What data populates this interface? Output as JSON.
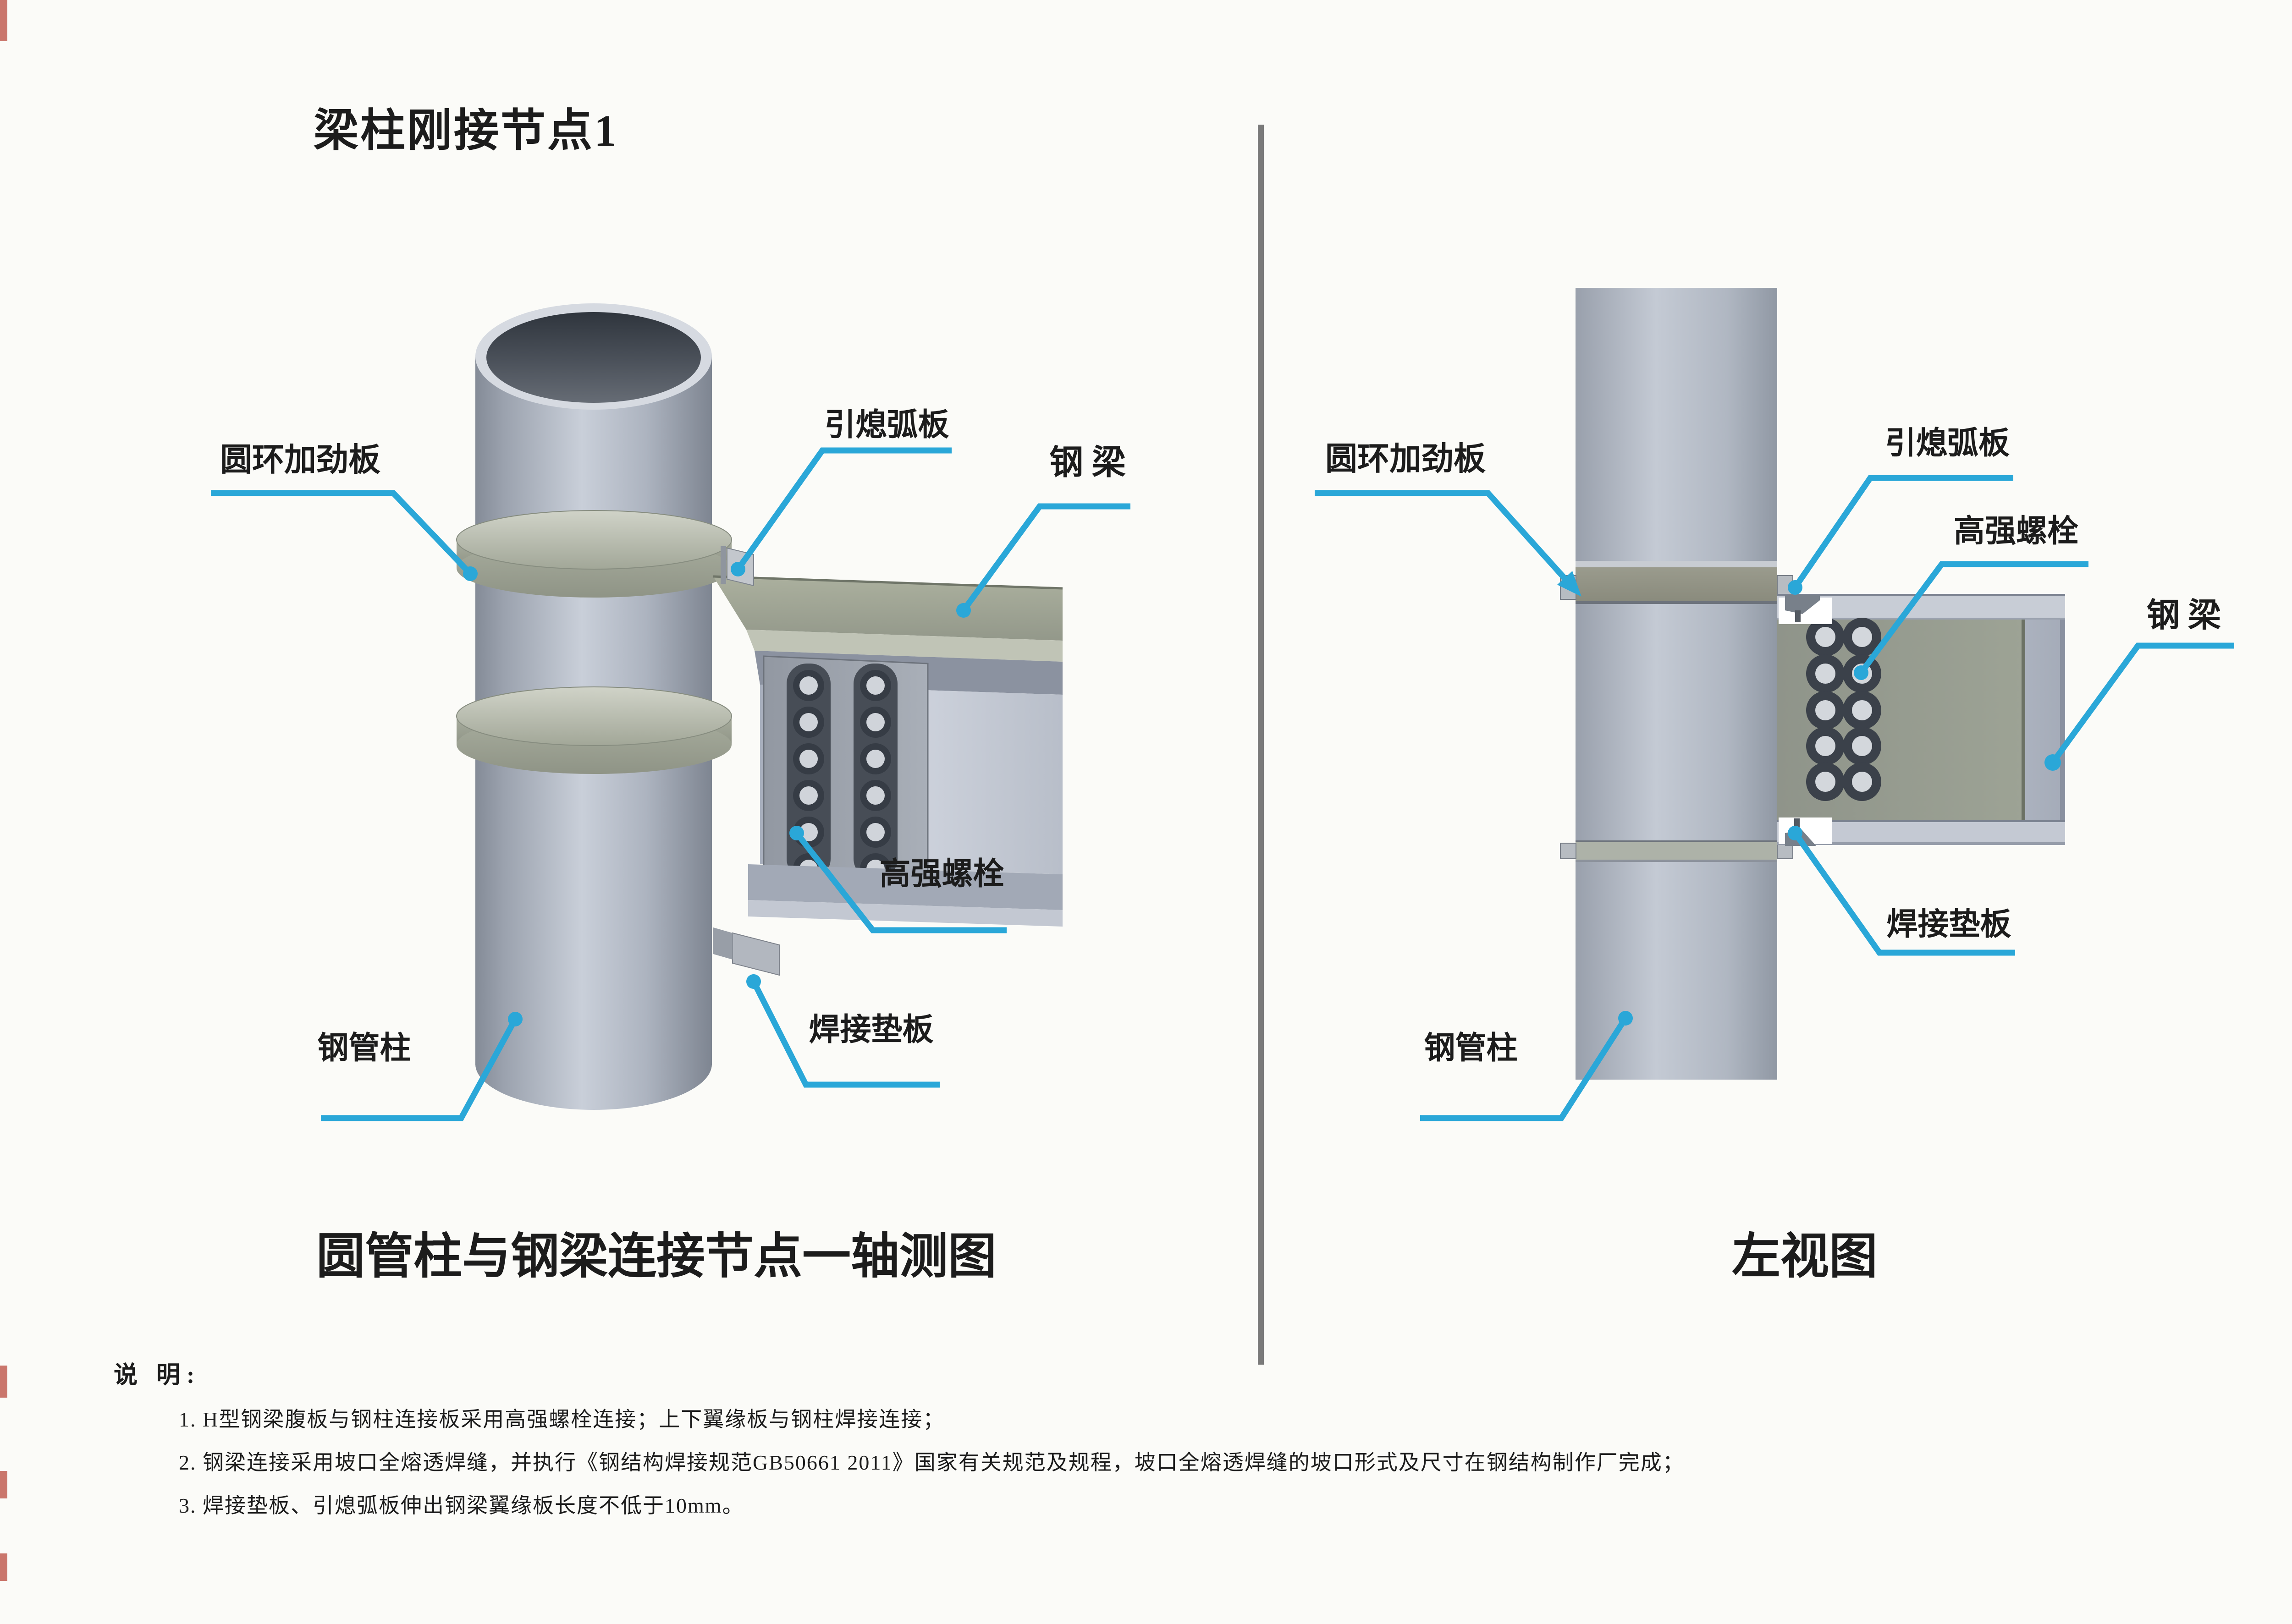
{
  "title": "梁柱刚接节点1",
  "colors": {
    "accent": "#2aa7d8",
    "divider": "#7a7a7a",
    "text": "#1c1c1c",
    "background": "#fbfbf8",
    "scan_artifact_red": "#b94a3d",
    "steel_light": "#c9cfd9",
    "steel_dark": "#848b97",
    "stiffener_green_gray": "#999a8c",
    "bolt_dark": "#3b414a",
    "bolt_center": "#d3d7dc"
  },
  "views": {
    "left": {
      "caption": "圆管柱与钢梁连接节点一轴测图",
      "labels": {
        "ring_stiffener": "圆环加劲板",
        "runoff_tab": "引熄弧板",
        "steel_beam": "钢 梁",
        "high_strength_bolt": "高强螺栓",
        "weld_backing_plate": "焊接垫板",
        "steel_tube_column": "钢管柱"
      }
    },
    "right": {
      "caption": "左视图",
      "labels": {
        "ring_stiffener": "圆环加劲板",
        "runoff_tab": "引熄弧板",
        "high_strength_bolt": "高强螺栓",
        "steel_beam": "钢 梁",
        "weld_backing_plate": "焊接垫板",
        "steel_tube_column": "钢管柱"
      }
    }
  },
  "notes": {
    "heading": "说 明:",
    "items": [
      "1. H型钢梁腹板与钢柱连接板采用高强螺栓连接；上下翼缘板与钢柱焊接连接；",
      "2. 钢梁连接采用坡口全熔透焊缝，并执行《钢结构焊接规范GB50661 2011》国家有关规范及规程，坡口全熔透焊缝的坡口形式及尺寸在钢结构制作厂完成；",
      "3. 焊接垫板、引熄弧板伸出钢梁翼缘板长度不低于10mm。"
    ]
  }
}
